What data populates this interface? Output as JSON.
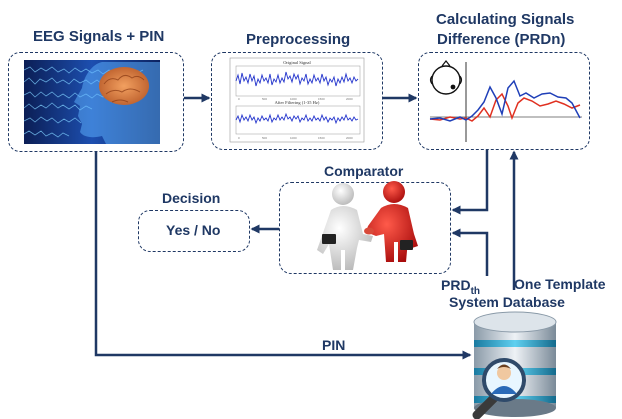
{
  "labels": {
    "eeg_pin": "EEG Signals + PIN",
    "preprocessing": "Preprocessing",
    "calc_line1": "Calculating Signals",
    "calc_line2": "Difference (PRDn)",
    "comparator": "Comparator",
    "decision": "Decision",
    "yes_no": "Yes / No",
    "prd_main": "PRD",
    "prd_sub": "th",
    "one_template": "One Template",
    "system_db": "System Database",
    "pin": "PIN"
  },
  "thumbnail_text": {
    "original_signal": "Original Signal",
    "after_filtering": "After Filtering (1-35 Hz)"
  },
  "colors": {
    "accent": "#1f3864",
    "arrow": "#1f3864",
    "signal_blue": "#1f3fb8",
    "signal_red": "#e03020",
    "person_red": "#d81e1e",
    "eeg_bg": "#0a2a6a"
  },
  "icons": [
    "brain-icon",
    "scalp-map-icon",
    "handshake-icon",
    "database-icon",
    "user-icon",
    "magnifier-icon"
  ]
}
